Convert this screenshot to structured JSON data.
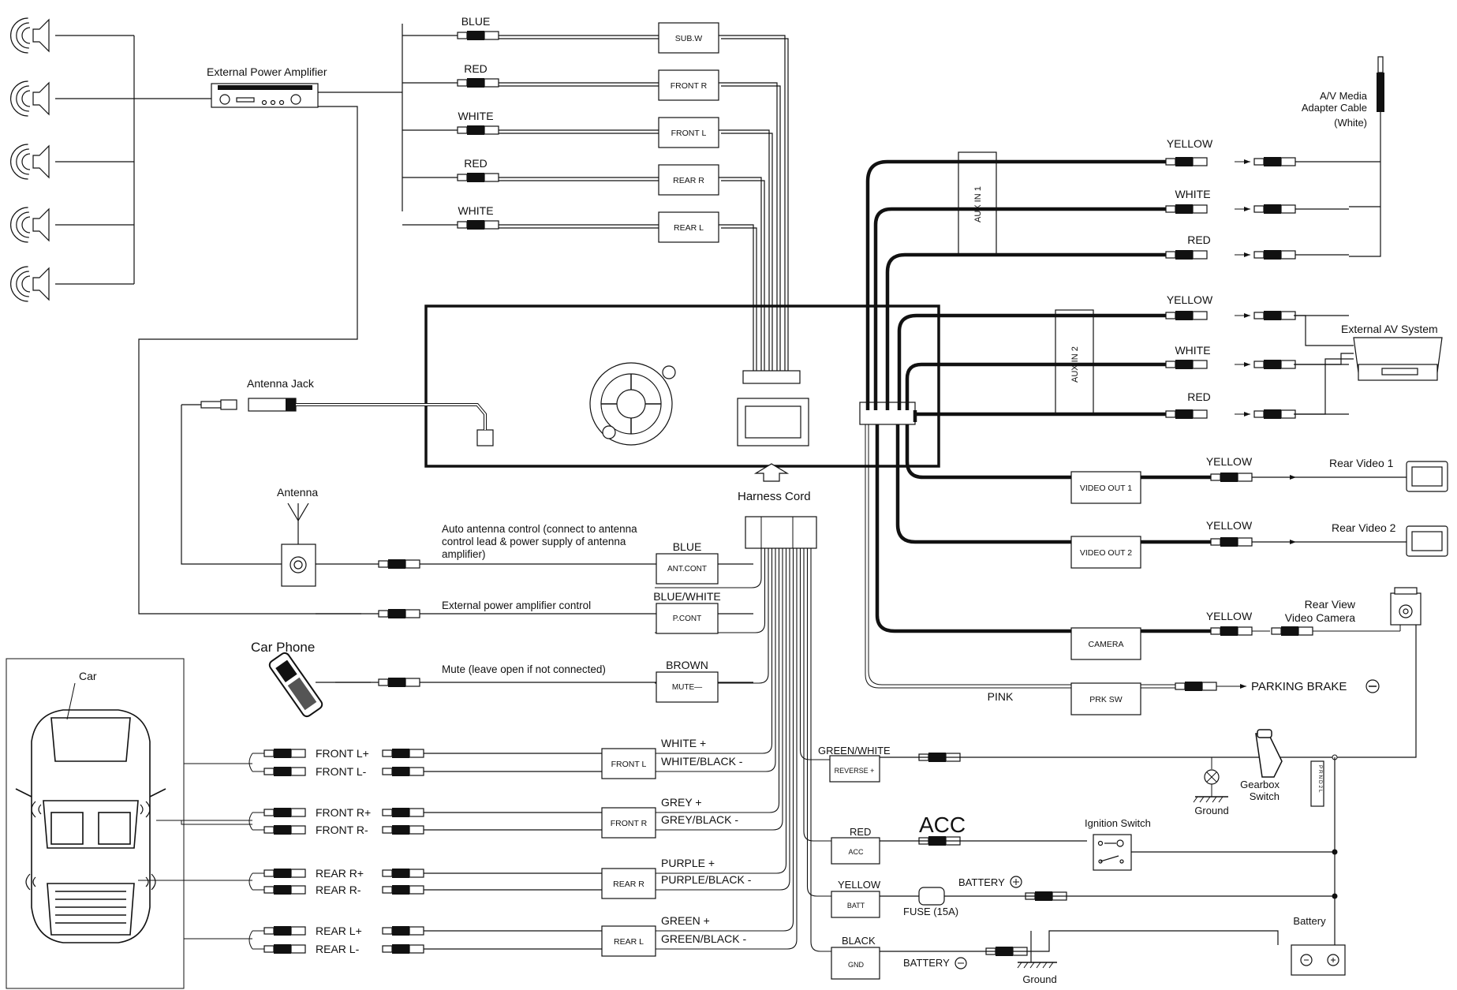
{
  "colors": {
    "line": "#111111",
    "background": "#ffffff"
  },
  "head_unit": {
    "harness_cord": "Harness Cord",
    "aux_in_1": "AUX IN 1",
    "aux_in_2": "AUX IN 2"
  },
  "rca_outputs": [
    {
      "color": "BLUE",
      "box": "SUB.W"
    },
    {
      "color": "RED",
      "box": "FRONT R"
    },
    {
      "color": "WHITE",
      "box": "FRONT L"
    },
    {
      "color": "RED",
      "box": "REAR R"
    },
    {
      "color": "WHITE",
      "box": "REAR L"
    }
  ],
  "amplifier": {
    "label": "External Power Amplifier"
  },
  "antenna": {
    "jack_label": "Antenna Jack",
    "antenna_label": "Antenna",
    "auto_antenna_text": "Auto antenna control (connect to antenna control lead & power supply of antenna amplifier)",
    "auto_antenna_line1": "Auto antenna control (connect to antenna",
    "auto_antenna_line2": "control lead & power supply of antenna",
    "auto_antenna_line3": "amplifier)"
  },
  "control_leads": [
    {
      "wire": "BLUE",
      "box": "ANT.CONT",
      "desc": ""
    },
    {
      "wire": "BLUE/WHITE",
      "box": "P.CONT",
      "desc": "External power amplifier control"
    },
    {
      "wire": "BROWN",
      "box": "MUTE—",
      "desc": "Mute (leave open if not connected)"
    }
  ],
  "car_phone": "Car Phone",
  "car_label": "Car",
  "speaker_groups": [
    {
      "box": "FRONT L",
      "plus_wire": "WHITE +",
      "minus_wire": "WHITE/BLACK -",
      "plus_label": "FRONT L+",
      "minus_label": "FRONT L-"
    },
    {
      "box": "FRONT R",
      "plus_wire": "GREY +",
      "minus_wire": "GREY/BLACK -",
      "plus_label": "FRONT R+",
      "minus_label": "FRONT R-"
    },
    {
      "box": "REAR R",
      "plus_wire": "PURPLE +",
      "minus_wire": "PURPLE/BLACK -",
      "plus_label": "REAR R+",
      "minus_label": "REAR R-"
    },
    {
      "box": "REAR L",
      "plus_wire": "GREEN +",
      "minus_wire": "GREEN/BLACK -",
      "plus_label": "REAR L+",
      "minus_label": "REAR L-"
    }
  ],
  "aux1": {
    "colors": [
      "YELLOW",
      "WHITE",
      "RED"
    ],
    "cable_line1": "A/V Media",
    "cable_line2": "Adapter Cable",
    "cable_line3": "(White)"
  },
  "aux2": {
    "colors": [
      "YELLOW",
      "WHITE",
      "RED"
    ],
    "system_label": "External AV System"
  },
  "video_out": [
    {
      "box": "VIDEO OUT 1",
      "color": "YELLOW",
      "target": "Rear Video 1"
    },
    {
      "box": "VIDEO OUT 2",
      "color": "YELLOW",
      "target": "Rear Video 2"
    }
  ],
  "camera": {
    "box": "CAMERA",
    "color": "YELLOW",
    "target_line1": "Rear View",
    "target_line2": "Video Camera"
  },
  "parking": {
    "box": "PRK SW",
    "wire": "PINK",
    "target": "PARKING BRAKE"
  },
  "reverse": {
    "box": "REVERSE +",
    "wire": "GREEN/WHITE",
    "ground": "Ground",
    "gearbox_line1": "Gearbox",
    "gearbox_line2": "Switch",
    "gear_positions": "P R N D 2 L"
  },
  "power": {
    "acc_box": "ACC",
    "acc_wire": "RED",
    "acc_big": "ACC",
    "ignition": "Ignition Switch",
    "batt_box": "BATT",
    "batt_wire": "YELLOW",
    "fuse": "FUSE (15A)",
    "battery_plus": "BATTERY",
    "gnd_box": "GND",
    "gnd_wire": "BLACK",
    "battery_minus": "BATTERY",
    "ground": "Ground",
    "battery": "Battery"
  }
}
